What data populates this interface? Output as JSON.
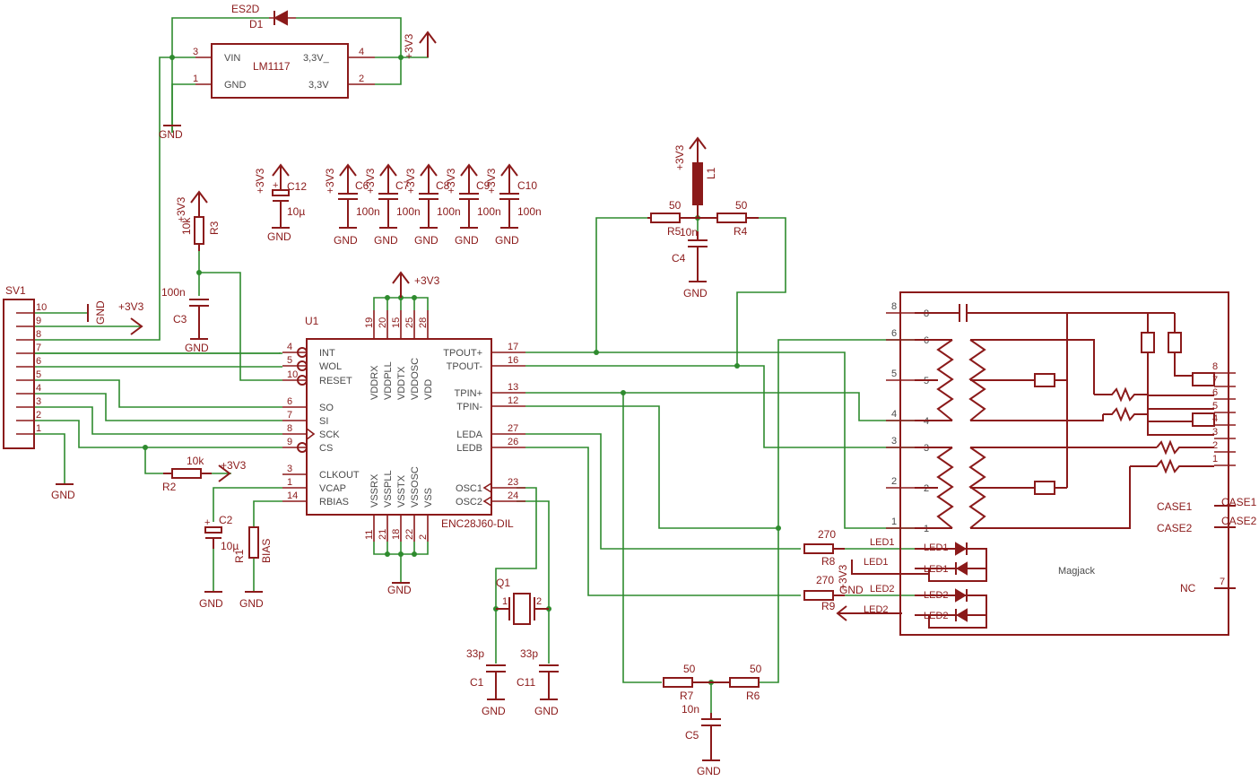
{
  "regulator": {
    "ref": "LM1117",
    "pin_vin": "VIN",
    "pin_gnd": "GND",
    "pin_out1": "3,3V_",
    "pin_out2": "3,3V",
    "pn3": "3",
    "pn1": "1",
    "pn4": "4",
    "pn2": "2"
  },
  "diode": {
    "ref": "D1",
    "value": "ES2D"
  },
  "ic": {
    "ref": "U1",
    "name": "ENC28J60-DIL",
    "left_pins": [
      "INT",
      "WOL",
      "RESET",
      "SO",
      "SI",
      "SCK",
      "CS",
      "CLKOUT",
      "VCAP",
      "RBIAS"
    ],
    "left_nums": [
      "4",
      "5",
      "10",
      "6",
      "7",
      "8",
      "9",
      "3",
      "1",
      "14"
    ],
    "right_pins": [
      "TPOUT+",
      "TPOUT-",
      "TPIN+",
      "TPIN-",
      "LEDA",
      "LEDB",
      "OSC1",
      "OSC2"
    ],
    "right_nums": [
      "17",
      "16",
      "13",
      "12",
      "27",
      "26",
      "23",
      "24"
    ],
    "top_pins": [
      "VDDRX",
      "VDDPLL",
      "VDDTX",
      "VDDOSC",
      "VDD"
    ],
    "top_nums": [
      "19",
      "20",
      "15",
      "25",
      "28"
    ],
    "bottom_pins": [
      "VSSRX",
      "VSSPLL",
      "VSSTX",
      "VSSOSC",
      "VSS"
    ],
    "bottom_nums": [
      "11",
      "21",
      "18",
      "22",
      "2"
    ]
  },
  "connector": {
    "ref": "SV1",
    "pins": [
      "10",
      "9",
      "8",
      "7",
      "6",
      "5",
      "4",
      "3",
      "2",
      "1"
    ]
  },
  "magjack": {
    "name": "Magjack",
    "left_pins": [
      "8",
      "6",
      "5",
      "4",
      "3",
      "2",
      "1"
    ],
    "right_pins": [
      "8",
      "7",
      "6",
      "5",
      "4",
      "3",
      "2",
      "1"
    ],
    "case1": "CASE1",
    "case2": "CASE2",
    "nc": "NC",
    "nc_pin": "7",
    "led1": "LED1",
    "led2": "LED2"
  },
  "power": {
    "vcc": "+3V3",
    "gnd": "GND"
  },
  "parts": {
    "c12": {
      "ref": "C12",
      "value": "10µ"
    },
    "c6": {
      "ref": "C6",
      "value": "100n"
    },
    "c7": {
      "ref": "C7",
      "value": "100n"
    },
    "c8": {
      "ref": "C8",
      "value": "100n"
    },
    "c9": {
      "ref": "C9",
      "value": "100n"
    },
    "c10": {
      "ref": "C10",
      "value": "100n"
    },
    "r3": {
      "ref": "R3",
      "value": "10k"
    },
    "c3": {
      "ref": "C3",
      "value": "100n"
    },
    "r2": {
      "ref": "R2",
      "value": "10k"
    },
    "c2": {
      "ref": "C2",
      "value": "10µ"
    },
    "r1": {
      "ref": "R1",
      "value": "BIAS"
    },
    "l1": {
      "ref": "L1"
    },
    "r5": {
      "ref": "R5",
      "value": "50"
    },
    "r4": {
      "ref": "R4",
      "value": "50"
    },
    "c4": {
      "ref": "C4",
      "value": "10n"
    },
    "r7": {
      "ref": "R7",
      "value": "50"
    },
    "r6": {
      "ref": "R6",
      "value": "50"
    },
    "c5": {
      "ref": "C5",
      "value": "10n"
    },
    "r8": {
      "ref": "R8",
      "value": "270"
    },
    "r9": {
      "ref": "R9",
      "value": "270"
    },
    "q1": {
      "ref": "Q1"
    },
    "c1": {
      "ref": "C1",
      "value": "33p"
    },
    "c11": {
      "ref": "C11",
      "value": "33p"
    }
  }
}
